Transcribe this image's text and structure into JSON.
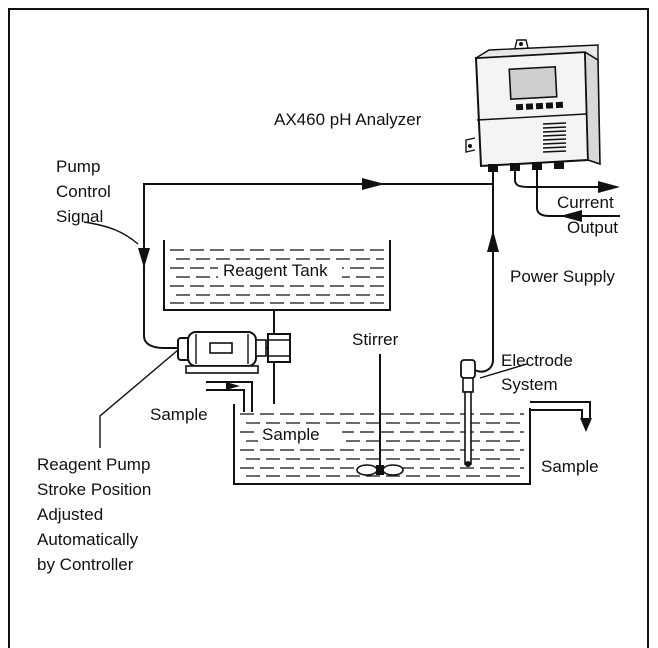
{
  "labels": {
    "analyzer": "AX460 pH Analyzer",
    "pump_control_line1": "Pump",
    "pump_control_line2": "Control",
    "pump_control_line3": "Signal",
    "current_output_line1": "Current",
    "current_output_line2": "Output",
    "power_supply": "Power Supply",
    "reagent_tank": "Reagent Tank",
    "stirrer": "Stirrer",
    "electrode_line1": "Electrode",
    "electrode_line2": "System",
    "sample_inlet": "Sample",
    "sample_tank": "Sample",
    "sample_outlet": "Sample",
    "reagent_pump_line1": "Reagent Pump",
    "reagent_pump_line2": "Stroke Position",
    "reagent_pump_line3": "Adjusted",
    "reagent_pump_line4": "Automatically",
    "reagent_pump_line5": "by Controller"
  },
  "colors": {
    "line": "#111111",
    "background": "#ffffff",
    "analyzer_fill": "#f4f4f4"
  }
}
